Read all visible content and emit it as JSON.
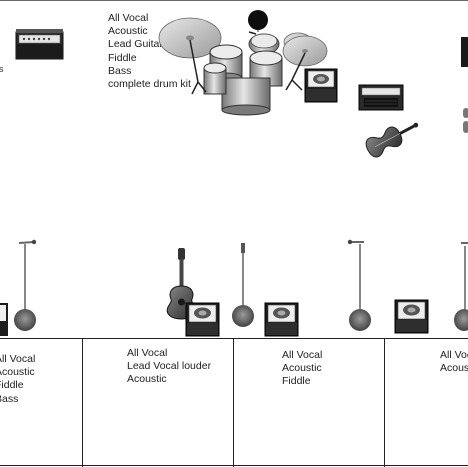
{
  "drum_inputs": [
    "All Vocal",
    "Acoustic",
    "Lead Guitar",
    "Fiddle",
    "Bass",
    "complete drum kit"
  ],
  "channels": [
    {
      "lines": [
        "All Vocal",
        "Acoustic",
        "Fiddle",
        "Bass"
      ]
    },
    {
      "lines": [
        "All Vocal",
        "Lead Vocal louder",
        "Acoustic"
      ]
    },
    {
      "lines": [
        "All Vocal",
        "Acoustic",
        "Fiddle"
      ]
    },
    {
      "lines": [
        "All Vocal",
        "Acoustic"
      ]
    }
  ],
  "icons": [
    "amplifier-icon",
    "drum-kit-icon",
    "stage-monitor-icon",
    "keyboard-amp-icon",
    "violin-icon",
    "microphone-stand-icon",
    "acoustic-guitar-icon"
  ]
}
